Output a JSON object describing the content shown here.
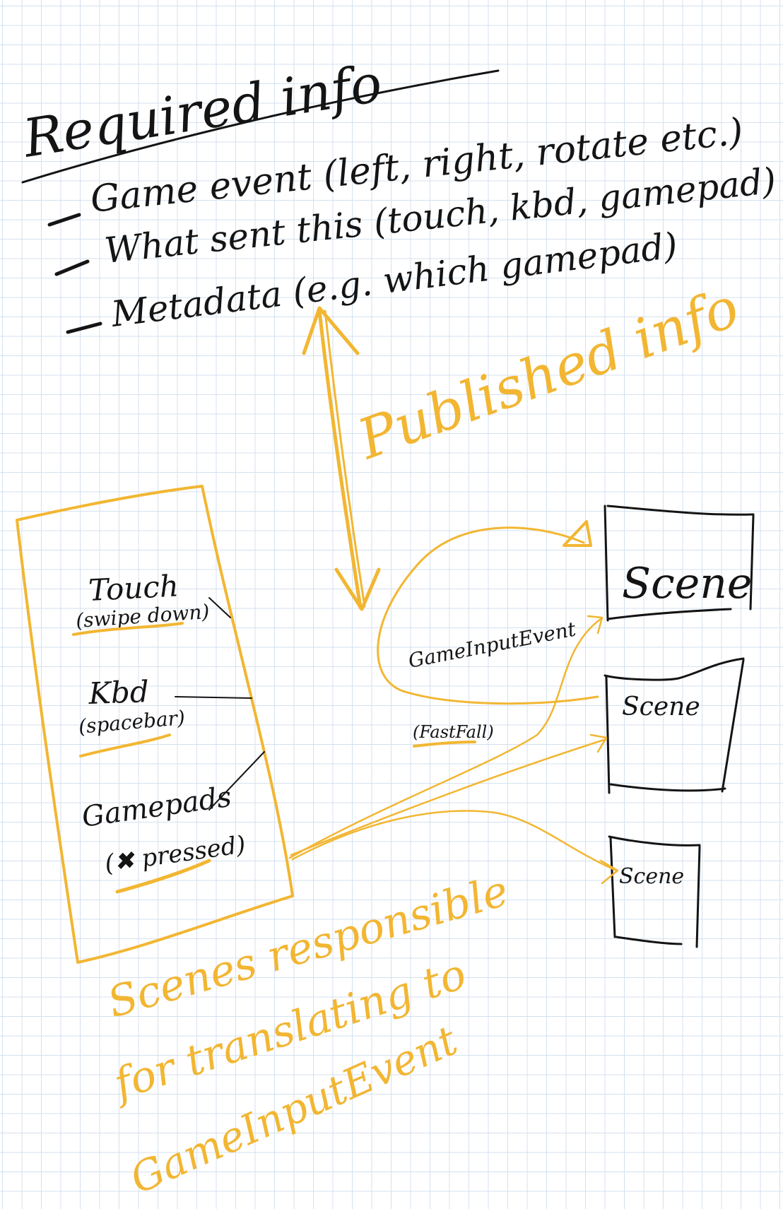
{
  "required": {
    "title": "Required info",
    "items": [
      "Game event (left, right, rotate etc.)",
      "What sent this (touch, kbd, gamepad)",
      "Metadata (e.g. which gamepad)"
    ]
  },
  "published_label": "Published info",
  "inputs": [
    {
      "name": "Touch",
      "detail": "(swipe down)"
    },
    {
      "name": "Kbd",
      "detail": "(spacebar)"
    },
    {
      "name": "Gamepads",
      "detail": "(✖ pressed)"
    }
  ],
  "event": {
    "name": "GameInputEvent",
    "detail": "(FastFall)"
  },
  "scenes": [
    "Scene",
    "Scene",
    "Scene"
  ],
  "note": [
    "Scenes responsible",
    "for translating to",
    "GameInputEvent"
  ],
  "colors": {
    "ink": "#141414",
    "highlighter": "#f2b632",
    "grid": "#d4e1ef"
  }
}
